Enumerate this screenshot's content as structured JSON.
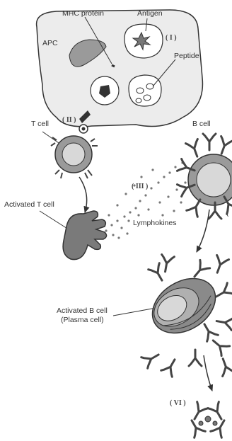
{
  "labels": {
    "mhc_protein": "MHC protein",
    "antigen": "Antigen",
    "apc": "APC",
    "peptide": "Peptide",
    "t_cell": "T cell",
    "b_cell": "B cell",
    "lymphokines": "Lymphokines",
    "activated_t_cell": "Activated T cell",
    "activated_b_cell_line1": "Activated B cell",
    "activated_b_cell_line2": "(Plasma cell)"
  },
  "stages": {
    "i": "( I )",
    "ii": "( II )",
    "iii": "( III )",
    "vi": "( VI )",
    "v_partial": "("
  },
  "colors": {
    "cell_fill": "#ececec",
    "nucleus_fill": "#9a9a9a",
    "activated_t_fill": "#7a7a7a",
    "plasma_fill": "#8a8a8a",
    "outline": "#333333"
  }
}
